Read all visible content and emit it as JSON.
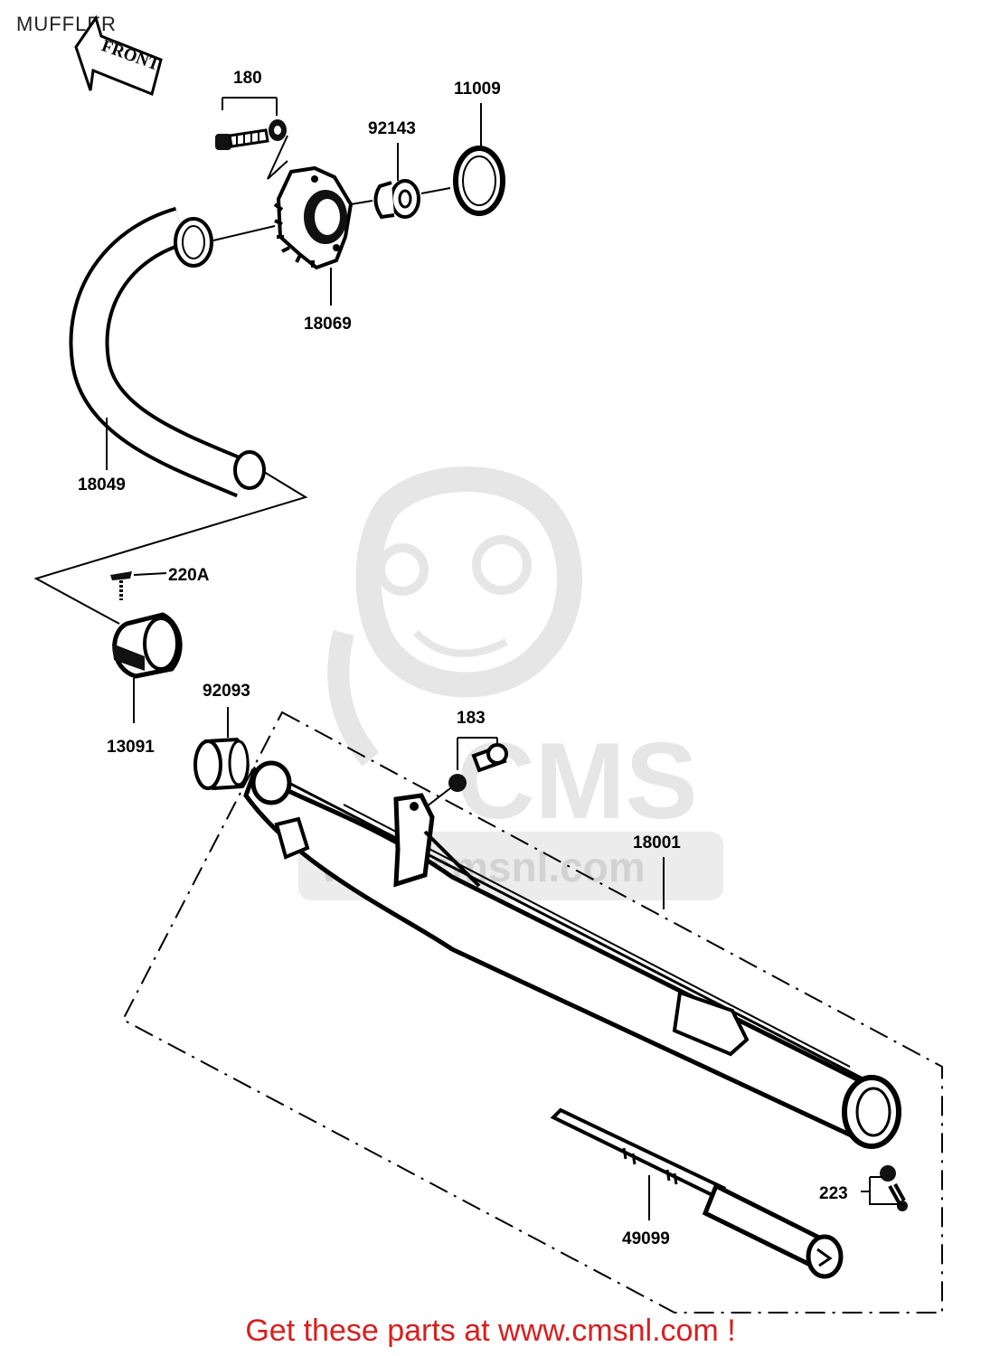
{
  "page": {
    "title": "MUFFLER",
    "front_arrow_label": "FRONT",
    "footer_link": "Get these parts at www.cmsnl.com !"
  },
  "watermark": {
    "logo_text": "CMS",
    "url_text": "www.cmsnl.com"
  },
  "parts": [
    {
      "number": "180"
    },
    {
      "number": "11009"
    },
    {
      "number": "92143"
    },
    {
      "number": "18069"
    },
    {
      "number": "18049"
    },
    {
      "number": "220A"
    },
    {
      "number": "92093"
    },
    {
      "number": "13091"
    },
    {
      "number": "183"
    },
    {
      "number": "18001"
    },
    {
      "number": "223"
    },
    {
      "number": "49099"
    }
  ],
  "colors": {
    "line": "#000000",
    "watermark": "#e6e6e6",
    "footer": "#d81e1e"
  }
}
